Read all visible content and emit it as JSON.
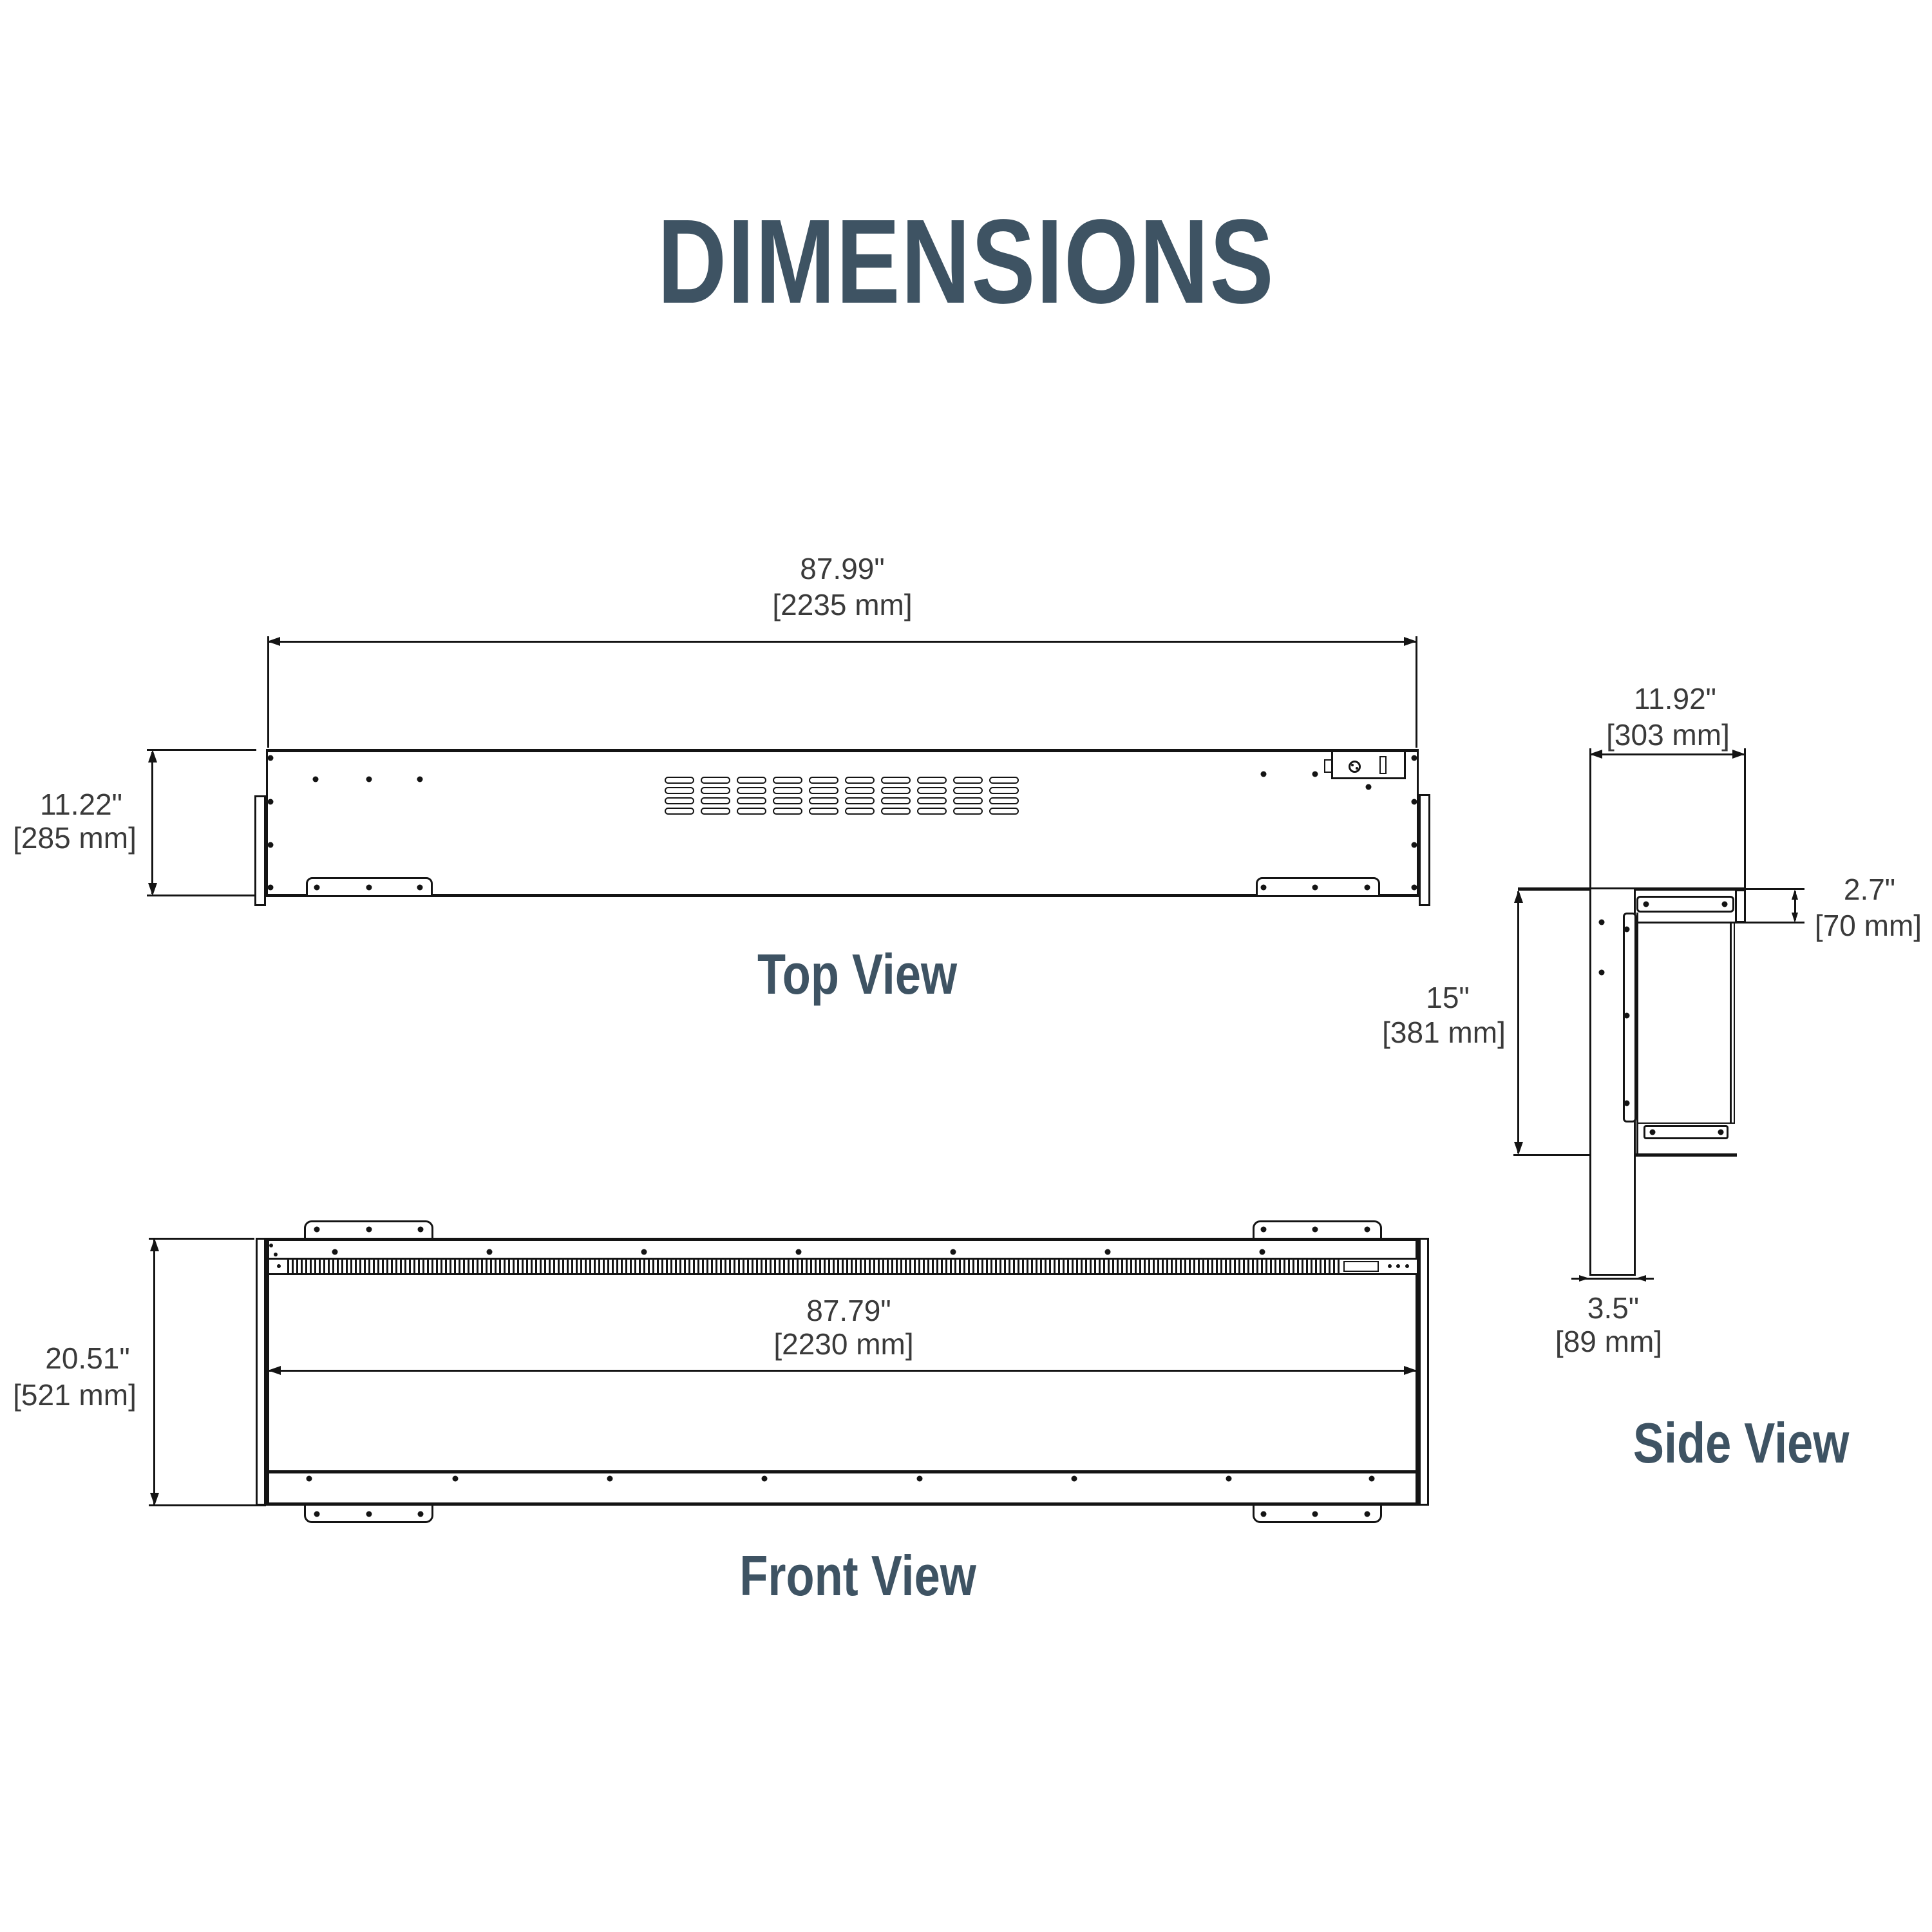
{
  "title": "DIMENSIONS",
  "top_view": {
    "label": "Top View",
    "width": {
      "inches": "87.99\"",
      "mm": "[2235 mm]"
    },
    "depth": {
      "inches": "11.22\"",
      "mm": "[285 mm]"
    },
    "vents": {
      "rows": 4,
      "cols": 10
    }
  },
  "front_view": {
    "label": "Front View",
    "width": {
      "inches": "87.79\"",
      "mm": "[2230 mm]"
    },
    "height": {
      "inches": "20.51\"",
      "mm": "[521 mm]"
    }
  },
  "side_view": {
    "label": "Side View",
    "depth": {
      "inches": "11.92\"",
      "mm": "[303 mm]"
    },
    "front_lip": {
      "inches": "2.7\"",
      "mm": "[70 mm]"
    },
    "height": {
      "inches": "15\"",
      "mm": "[381 mm]"
    },
    "rear_leg": {
      "inches": "3.5\"",
      "mm": "[89 mm]"
    }
  },
  "colors": {
    "heading": "#3E5363",
    "line": "#141414",
    "dim_text": "#3A3A3A",
    "background": "#FFFFFF"
  }
}
